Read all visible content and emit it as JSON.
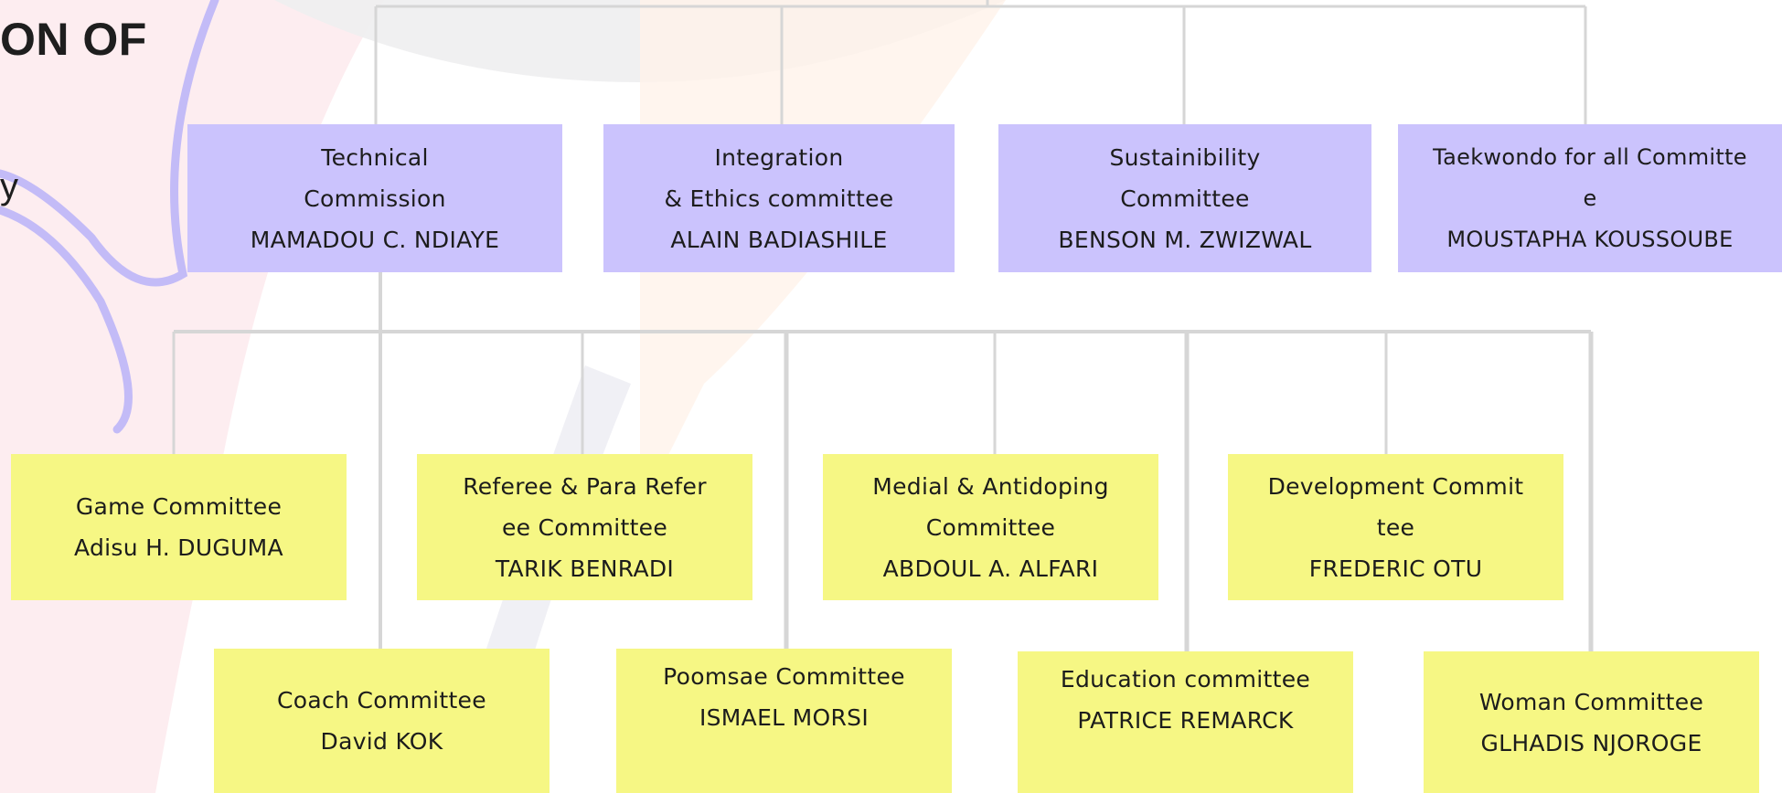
{
  "heading": {
    "title_fragment": "ON OF",
    "side_fragment": "y"
  },
  "colors": {
    "commission_fill": "#cbc3fd",
    "committee_fill": "#f6f784",
    "connector": "#d6d6d6",
    "accent_curve": "#c3bbf7"
  },
  "commissions": [
    {
      "name_lines": [
        "Technical",
        "Commission"
      ],
      "head": "MAMADOU C. NDIAYE"
    },
    {
      "name_lines": [
        "Integration",
        "& Ethics committee"
      ],
      "head": "ALAIN BADIASHILE"
    },
    {
      "name_lines": [
        "Sustainibility",
        "Committee"
      ],
      "head": "BENSON M. ZWIZWAL"
    },
    {
      "name_lines": [
        "Taekwondo for all Committe",
        "e"
      ],
      "head": "MOUSTAPHA KOUSSOUBE"
    }
  ],
  "committees_row1": [
    {
      "name_lines": [
        "Game Committee"
      ],
      "head": "Adisu H. DUGUMA"
    },
    {
      "name_lines": [
        "Referee & Para Refer",
        "ee Committee"
      ],
      "head": "TARIK BENRADI"
    },
    {
      "name_lines": [
        "Medial & Antidoping",
        "Committee"
      ],
      "head": "ABDOUL A. ALFARI"
    },
    {
      "name_lines": [
        "Development Commit",
        "tee"
      ],
      "head": "FREDERIC OTU"
    }
  ],
  "committees_row2": [
    {
      "name_lines": [
        "Coach Committee"
      ],
      "head": "David KOK"
    },
    {
      "name_lines": [
        "Poomsae Committee"
      ],
      "head": "ISMAEL MORSI"
    },
    {
      "name_lines": [
        "Education committee"
      ],
      "head": "PATRICE REMARCK"
    },
    {
      "name_lines": [
        "Woman Committee"
      ],
      "head": "GLHADIS NJOROGE"
    }
  ]
}
